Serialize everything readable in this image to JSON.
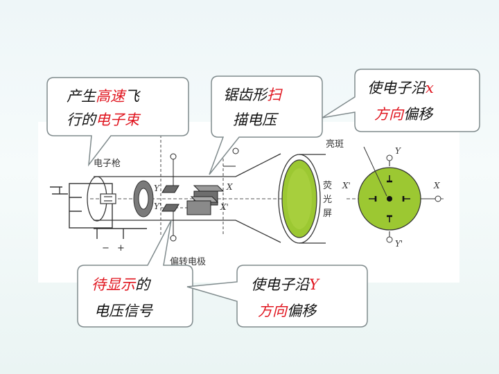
{
  "callouts": {
    "beam": {
      "line1": [
        {
          "text": "产生",
          "color": "black"
        },
        {
          "text": "高速",
          "color": "red"
        },
        {
          "text": "飞",
          "color": "black"
        }
      ],
      "line2": [
        {
          "text": "行的",
          "color": "black"
        },
        {
          "text": "电子束",
          "color": "red"
        }
      ]
    },
    "sweep": {
      "line1": [
        {
          "text": "锯齿形",
          "color": "black"
        },
        {
          "text": "扫",
          "color": "red"
        }
      ],
      "line2": [
        {
          "text": "描电压",
          "color": "black"
        }
      ]
    },
    "x_shift": {
      "line1": [
        {
          "text": "使电子沿",
          "color": "black"
        },
        {
          "text": "x",
          "color": "red"
        }
      ],
      "line2": [
        {
          "text": "方向",
          "color": "red"
        },
        {
          "text": "偏移",
          "color": "black"
        }
      ]
    },
    "signal": {
      "line1": [
        {
          "text": "待显示",
          "color": "red"
        },
        {
          "text": "的",
          "color": "black"
        }
      ],
      "line2": [
        {
          "text": "电压信号",
          "color": "black"
        }
      ]
    },
    "y_shift": {
      "line1": [
        {
          "text": "使电子沿",
          "color": "black"
        },
        {
          "text": "Y",
          "color": "red"
        }
      ],
      "line2": [
        {
          "text": "方向",
          "color": "red"
        },
        {
          "text": "偏移",
          "color": "black"
        }
      ]
    }
  },
  "labels": {
    "gun": "电子枪",
    "spot": "亮斑",
    "screen": [
      "荧",
      "光",
      "屏"
    ],
    "electrodes": "偏转电极",
    "minus": "−",
    "plus": "+",
    "y_plate": "Y",
    "y_plate_prime": "Y'",
    "x_plate": "X",
    "x_plate_prime": "X'",
    "screen_y": "Y",
    "screen_y_prime": "Y'",
    "screen_x": "X",
    "screen_x_prime": "X'"
  },
  "colors": {
    "red_text": "#e0141e",
    "screen_green": "#9cc832",
    "callout_fill": "#ffffff",
    "callout_stroke": "#7f8a8c"
  }
}
